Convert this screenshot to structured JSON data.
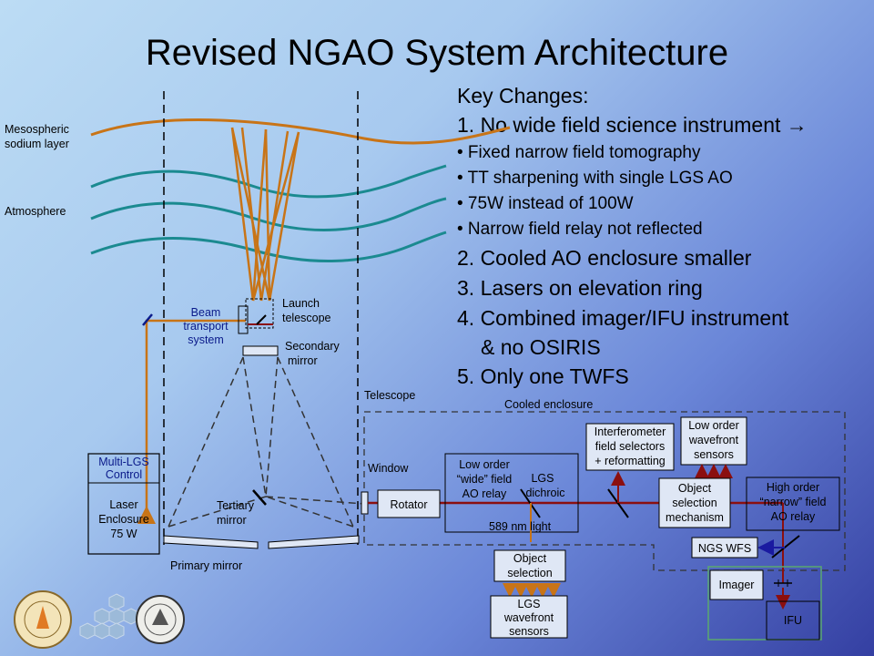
{
  "title": "Revised NGAO System Architecture",
  "key_changes": {
    "heading": "Key Changes:",
    "item1": "1. No wide field science instrument →",
    "sub_items": [
      "• Fixed narrow field tomography",
      "• TT sharpening with single LGS AO",
      "• 75W instead of 100W",
      "• Narrow field relay not reflected"
    ],
    "item2": "2. Cooled AO enclosure smaller",
    "item3": "3. Lasers on elevation ring",
    "item4a": "4. Combined imager/IFU instrument",
    "item4b": "& no OSIRIS",
    "item5": "5. Only one TWFS"
  },
  "diagram": {
    "mesospheric": [
      "Mesospheric",
      "sodium layer"
    ],
    "atmosphere": "Atmosphere",
    "beam_transport": [
      "Beam",
      "transport",
      "system"
    ],
    "launch_telescope": [
      "Launch",
      "telescope"
    ],
    "secondary_mirror": [
      "Secondary",
      "mirror"
    ],
    "telescope": "Telescope",
    "cooled_enclosure": "Cooled enclosure",
    "multi_lgs_control": [
      "Multi-LGS",
      "Control"
    ],
    "laser_enclosure": [
      "Laser",
      "Enclosure",
      "75 W"
    ],
    "tertiary_mirror": [
      "Tertiary",
      "mirror"
    ],
    "primary_mirror": "Primary mirror",
    "window": "Window",
    "rotator": "Rotator",
    "low_order_wide_relay": [
      "Low order",
      "“wide” field",
      "AO relay"
    ],
    "lgs_dichroic": [
      "LGS",
      "dichroic"
    ],
    "light_589": "589 nm light",
    "interferometer": [
      "Interferometer",
      "field selectors",
      "+ reformatting"
    ],
    "low_order_wfs": [
      "Low order",
      "wavefront",
      "sensors"
    ],
    "object_selection_mechanism": [
      "Object",
      "selection",
      "mechanism"
    ],
    "high_order_narrow_relay": [
      "High order",
      "“narrow” field",
      "AO relay"
    ],
    "ngs_wfs": "NGS WFS",
    "imager": "Imager",
    "ifu": "IFU",
    "object_selection": [
      "Object",
      "selection"
    ],
    "lgs_wfs": [
      "LGS",
      "wavefront",
      "sensors"
    ]
  },
  "colors": {
    "laser_orange": "#c87417",
    "atmosphere_teal": "#1b8a90",
    "beam_dark_red": "#8b0f0f",
    "ngs_arrow_blue": "#1a1aa0",
    "ifu_green": "#5aa870"
  }
}
